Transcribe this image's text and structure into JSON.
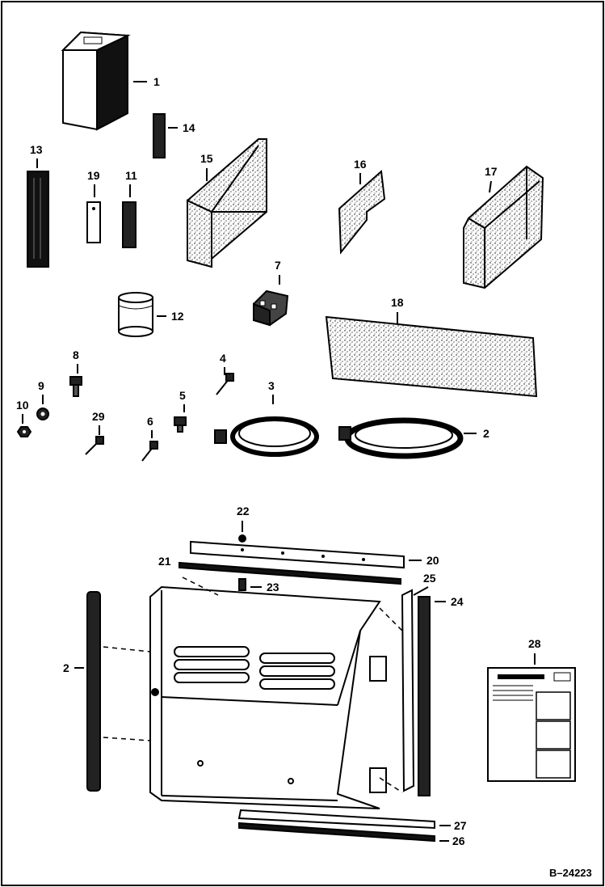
{
  "diagram": {
    "callouts": {
      "c1": "1",
      "c2a": "2",
      "c2b": "2",
      "c3": "3",
      "c4": "4",
      "c5": "5",
      "c6": "6",
      "c7": "7",
      "c8": "8",
      "c9": "9",
      "c10": "10",
      "c11": "11",
      "c12": "12",
      "c13": "13",
      "c14": "14",
      "c15": "15",
      "c16": "16",
      "c17": "17",
      "c18": "18",
      "c19": "19",
      "c20": "20",
      "c21": "21",
      "c22": "22",
      "c23": "23",
      "c24": "24",
      "c25": "25",
      "c26": "26",
      "c27": "27",
      "c28": "28",
      "c29": "29"
    },
    "reference_code": "B–24223",
    "decal_title": "INSTRUCTIONS"
  },
  "colors": {
    "ink": "#000000",
    "paper": "#ffffff"
  }
}
